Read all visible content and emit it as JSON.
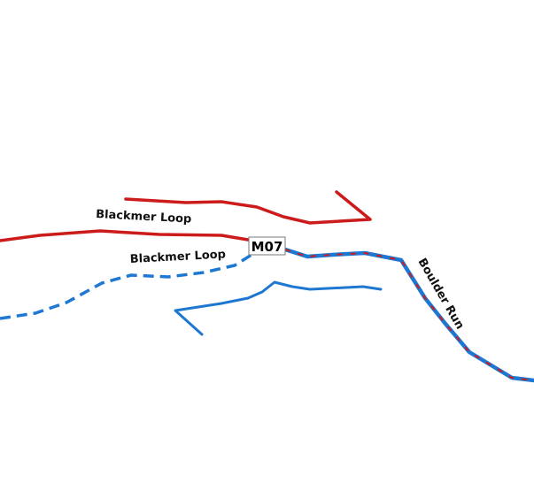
{
  "map": {
    "colors": {
      "red_trail": "#cc1b1b",
      "blue_trail": "#1e78d2",
      "background": "#ffffff"
    },
    "trails": [
      {
        "name": "Blackmer Loop",
        "style": "red solid line"
      },
      {
        "name": "Blackmer Loop",
        "style": "blue dashed line"
      },
      {
        "name": "Boulder Run",
        "style": "blue line with red dashes"
      }
    ],
    "junction_marker": {
      "label": "M07"
    }
  }
}
